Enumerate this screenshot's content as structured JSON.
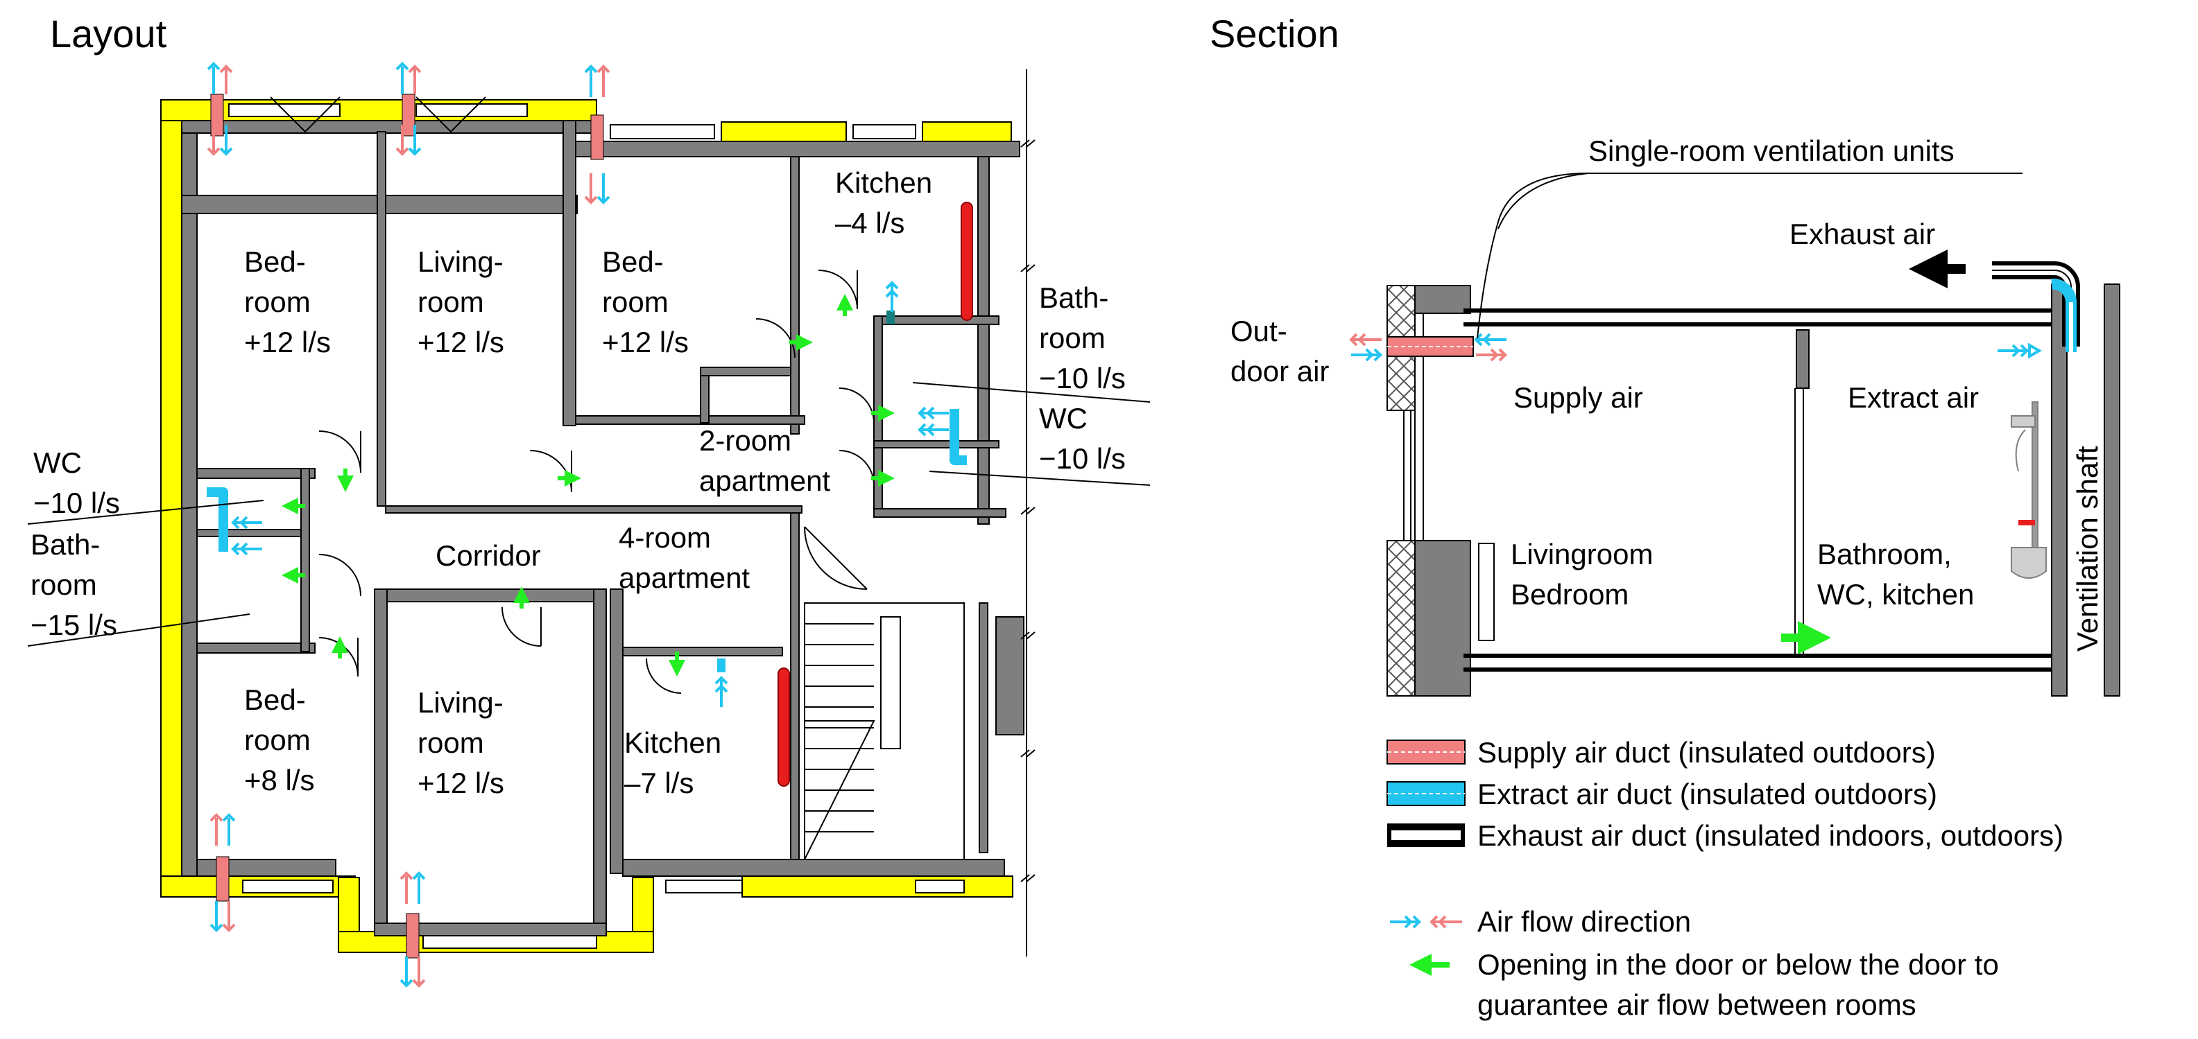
{
  "headings": {
    "layout": "Layout",
    "section": "Section"
  },
  "rooms": {
    "bedroom_nw": [
      "Bed-",
      "room",
      "+12 l/s"
    ],
    "livingroom_n": [
      "Living-",
      "room",
      "+12 l/s"
    ],
    "bedroom_n2": [
      "Bed-",
      "room",
      "+12 l/s"
    ],
    "kitchen_ne": [
      "Kitchen",
      "–4 l/s"
    ],
    "bathroom_e": [
      "Bath-",
      "room",
      "−10 l/s"
    ],
    "wc_e": [
      "WC",
      "−10 l/s"
    ],
    "wc_w": [
      "WC",
      "−10 l/s"
    ],
    "bathroom_w": [
      "Bath-",
      "room",
      "−15 l/s"
    ],
    "apartment_2room": [
      "2-room",
      "apartment"
    ],
    "apartment_4room": [
      "4-room",
      "apartment"
    ],
    "corridor": "Corridor",
    "bedroom_sw": [
      "Bed-",
      "room",
      "+8 l/s"
    ],
    "livingroom_s": [
      "Living-",
      "room",
      "+12 l/s"
    ],
    "kitchen_s": [
      "Kitchen",
      "–7 l/s"
    ]
  },
  "section": {
    "units_label": "Single-room ventilation units",
    "exhaust_air": "Exhaust air",
    "outdoor_air": [
      "Out-",
      "door air"
    ],
    "supply_air": "Supply air",
    "extract_air": "Extract air",
    "shaft": "Ventilation shaft",
    "room_left": [
      "Livingroom",
      "Bedroom"
    ],
    "room_right": [
      "Bathroom,",
      "WC, kitchen"
    ]
  },
  "legend": {
    "supply_duct": "Supply air duct (insulated outdoors)",
    "extract_duct": "Extract air duct (insulated outdoors)",
    "exhaust_duct": "Exhaust air duct (insulated indoors, outdoors)",
    "air_flow": "Air flow direction",
    "opening": [
      "Opening in the door or below the door to",
      "guarantee air flow between rooms"
    ]
  },
  "colors": {
    "insulation": "#ffff00",
    "wall": "#7f7f7f",
    "supply": "#f08080",
    "extract": "#22c5f0",
    "opening_arrow": "#22ee22",
    "supply_duct_red": "#e81e1e",
    "teal": "#157f7f"
  }
}
